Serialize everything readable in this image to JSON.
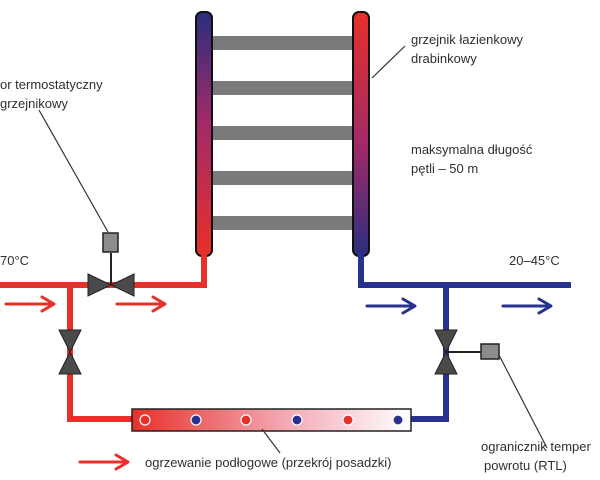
{
  "labels": {
    "radiator_line1": "grzejnik łazienkowy",
    "radiator_line2": "drabinkowy",
    "loop_line1": "maksymalna długość",
    "loop_line2": "pętli – 50 m",
    "thermo_valve_line1": "or termostatyczny",
    "thermo_valve_line2": "grzejnikowy",
    "supply_temp": "70°C",
    "return_temp": "20–45°C",
    "floor_heating": "ogrzewanie podłogowe (przekrój posadzki)",
    "rtl_line1": "ogranicznik temper",
    "rtl_line2": "powrotu (RTL)"
  },
  "colors": {
    "supply": "#e8302a",
    "return": "#27318f",
    "rung": "#7a7a7a",
    "actuator": "#8c8c8c",
    "text": "#2f2f2f",
    "leader": "#333333"
  },
  "icons": {
    "flow_arrow": "arrow-right-icon",
    "valve": "valve-icon",
    "actuator": "actuator-icon"
  }
}
